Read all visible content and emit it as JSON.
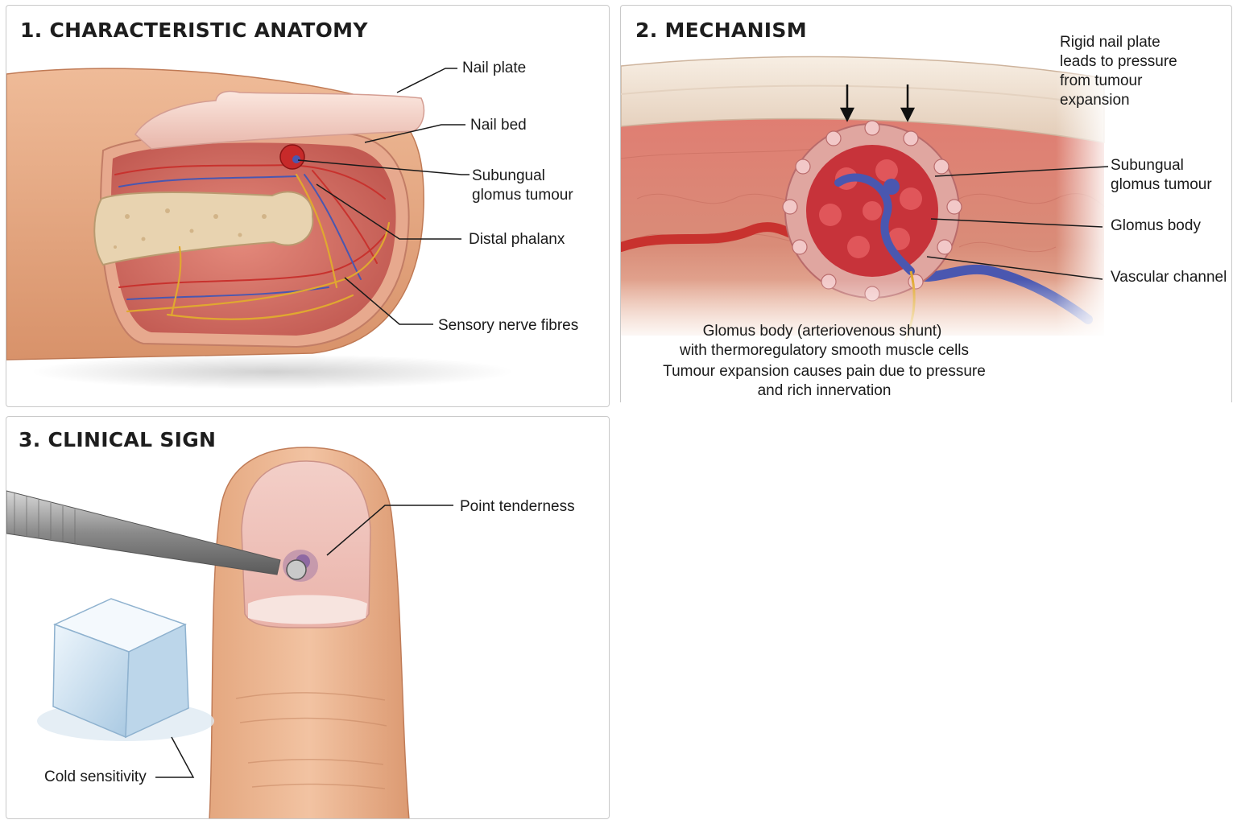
{
  "panels": [
    {
      "title": "1. CHARACTERISTIC ANATOMY",
      "labels": {
        "nail_plate": "Nail plate",
        "nail_bed": "Nail bed",
        "tumour_line1": "Subungual",
        "tumour_line2": "glomus tumour",
        "distal_phalanx": "Distal phalanx",
        "sensory_nerve": "Sensory nerve fibres"
      }
    },
    {
      "title": "2. MECHANISM",
      "labels": {
        "rigid_1": "Rigid nail plate",
        "rigid_2": "leads to pressure",
        "rigid_3": "from tumour",
        "rigid_4": "expansion",
        "tumour_line1": "Subungual",
        "tumour_line2": "glomus tumour",
        "glomus_body": "Glomus body",
        "vascular_channel": "Vascular channel"
      },
      "caption": {
        "line1": "Glomus body (arteriovenous shunt)",
        "line2": "with thermoregulatory smooth muscle cells",
        "line3": "Tumour expansion causes pain due to pressure",
        "line4": "and rich innervation"
      }
    },
    {
      "title": "3. CLINICAL SIGN",
      "labels": {
        "point_tenderness": "Point tenderness",
        "cold_sensitivity": "Cold sensitivity"
      }
    }
  ],
  "colors": {
    "skin": "#e9b08c",
    "tissue": "#d9706a",
    "bone": "#e8d3b0",
    "artery": "#c8322e",
    "vein": "#4a57b0",
    "nerve": "#e0a830",
    "ice": "#cfe3f2"
  }
}
